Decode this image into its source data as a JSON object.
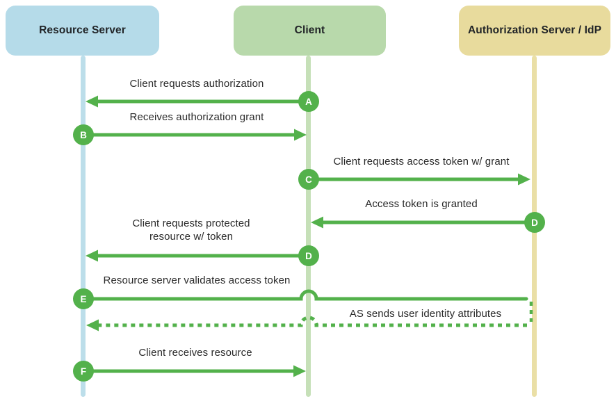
{
  "diagram": {
    "background": "#ffffff",
    "arrow_color": "#53b14b",
    "badge_text_color": "#ffffff",
    "label_text_color": "#2a2a2a",
    "actors": [
      {
        "name": "Resource Server",
        "box_color": "#b5dbe9",
        "lifeline_color": "#bcdeea"
      },
      {
        "name": "Client",
        "box_color": "#b8d9ab",
        "lifeline_color": "#c6e0b8"
      },
      {
        "name": "Authorization Server / IdP",
        "box_color": "#e8db9d",
        "lifeline_color": "#eadfa6"
      }
    ],
    "messages": [
      {
        "letter": "A",
        "label": "Client requests authorization",
        "from": "Client",
        "to": "Resource Server",
        "line": "solid"
      },
      {
        "letter": "B",
        "label": "Receives authorization grant",
        "from": "Resource Server",
        "to": "Client",
        "line": "solid"
      },
      {
        "letter": "C",
        "label": "Client requests access token w/ grant",
        "from": "Client",
        "to": "Authorization Server / IdP",
        "line": "solid"
      },
      {
        "letter": "D",
        "label": "Access token is granted",
        "from": "Authorization Server / IdP",
        "to": "Client",
        "line": "solid"
      },
      {
        "letter": "D",
        "label": "Client requests protected\nresource w/ token",
        "from": "Client",
        "to": "Resource Server",
        "line": "solid"
      },
      {
        "letter": "E",
        "label": "Resource server validates access token",
        "from": "Resource Server",
        "to": "Authorization Server / IdP",
        "line": "solid-hops-client-lifeline"
      },
      {
        "letter": "",
        "label": "AS sends user identity attributes",
        "from": "Authorization Server / IdP",
        "to": "Resource Server",
        "line": "dashed-hops-client-lifeline"
      },
      {
        "letter": "F",
        "label": "Client receives resource",
        "from": "Resource Server",
        "to": "Client",
        "line": "solid"
      }
    ]
  }
}
